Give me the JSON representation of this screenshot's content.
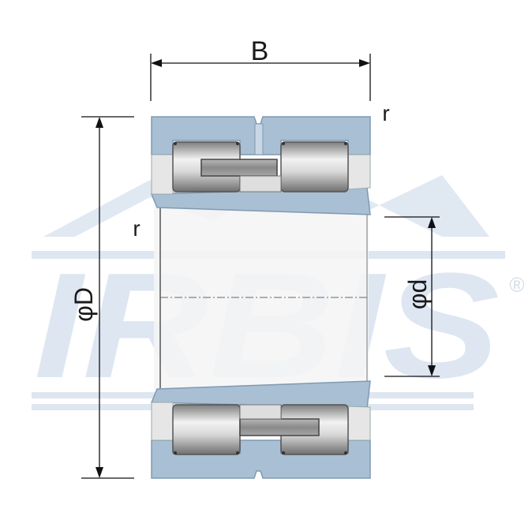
{
  "watermark": {
    "brand_text": "IRBIS",
    "registered_mark": "®"
  },
  "dimensions": {
    "width_label": "B",
    "outer_diameter_label": "φD",
    "bore_diameter_label": "φd",
    "chamfer_label_top": "r",
    "chamfer_label_left": "r"
  },
  "colors": {
    "ring": "#a9bfd3",
    "ring_edge": "#7f9ab3",
    "bore_face": "#f4f4f4",
    "roller_light": "#f0f0f0",
    "roller_dark": "#8e8e8e",
    "cage": "#9a9a9a",
    "line": "#111111",
    "watermark": "#dde6f1"
  }
}
